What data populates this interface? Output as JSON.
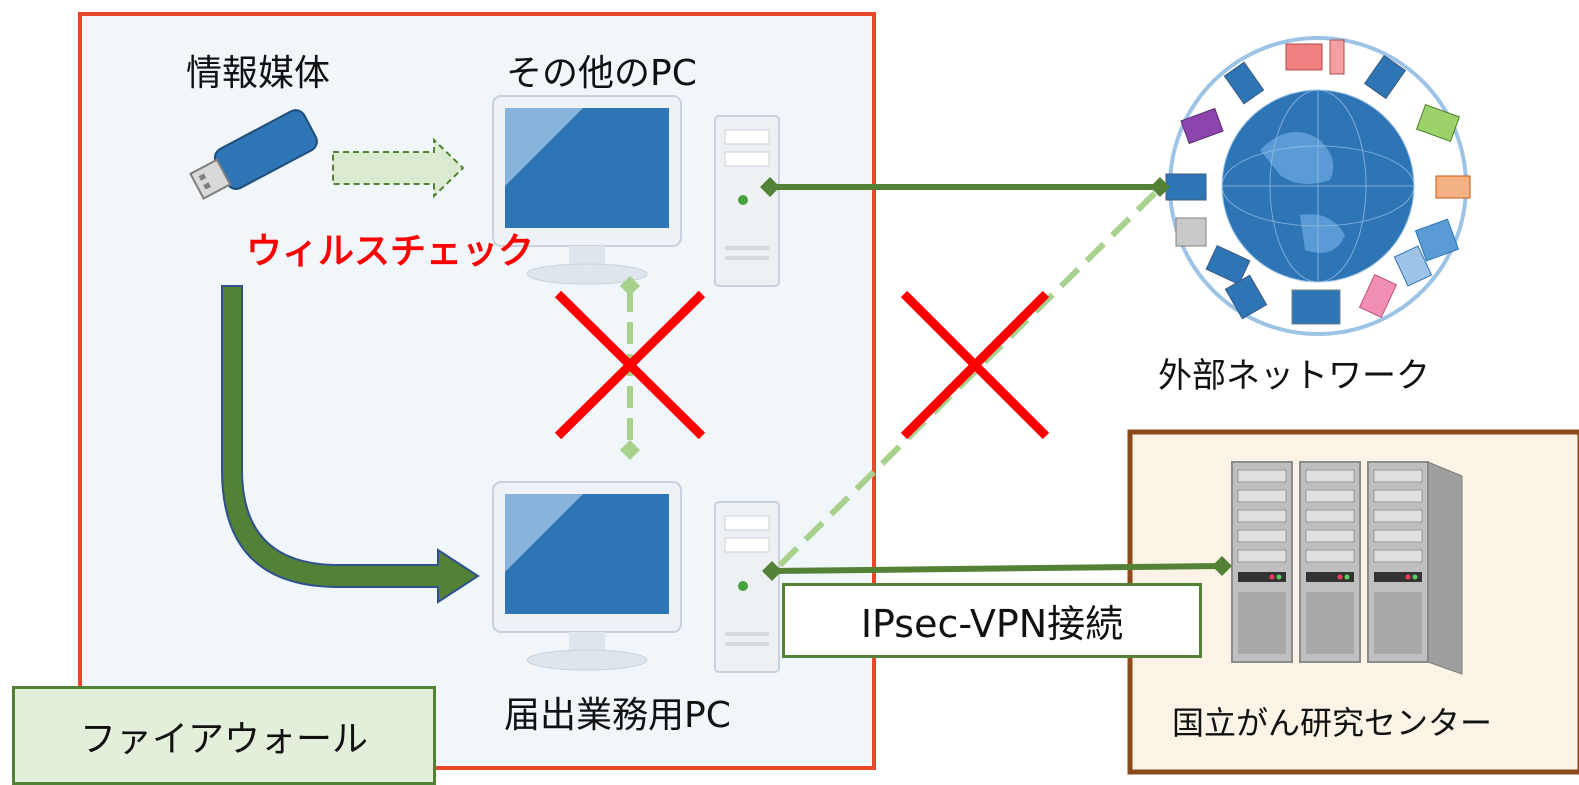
{
  "labels": {
    "media": "情報媒体",
    "other_pc": "その他のPC",
    "virus_check": "ウィルスチェック",
    "external_network": "外部ネットワーク",
    "reporting_pc": "届出業務用PC",
    "ipsec_vpn": "IPsec-VPN接続",
    "ncc": "国立がん研究センター",
    "firewall": "ファイアウォール"
  },
  "colors": {
    "firewall_border": "#e8472b",
    "zone_fill": "#f1f6fb",
    "ncc_border": "#8b4a1c",
    "ncc_fill": "#fbf4e6",
    "green_arrow": "#538135",
    "light_green": "#a9d18e",
    "forbidden_red": "#ff0000",
    "warning_text": "#ff0000",
    "monitor_blue": "#2e75b6"
  },
  "icons": {
    "media": "usb-stick-icon",
    "pc": "desktop-pc-icon",
    "network": "globe-network-icon",
    "server": "server-rack-icon",
    "blocked": "red-cross-icon"
  }
}
